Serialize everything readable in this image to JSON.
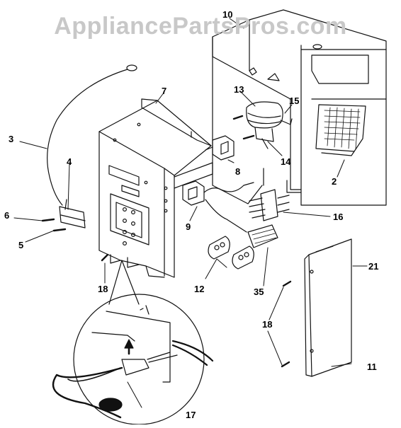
{
  "watermark": "AppliancePartsPros.com",
  "callouts": {
    "c10": "10",
    "c7": "7",
    "c13": "13",
    "c15": "15",
    "c3": "3",
    "c4": "4",
    "c6": "6",
    "c5": "5",
    "c8": "8",
    "c14": "14",
    "c2": "2",
    "c9": "9",
    "c16": "16",
    "c12": "12",
    "c18a": "18",
    "c35": "35",
    "c21": "21",
    "c18b": "18",
    "c11": "11",
    "c17": "17"
  },
  "colors": {
    "line": "#111111",
    "background": "#ffffff",
    "watermark": "#c8c8c8"
  }
}
